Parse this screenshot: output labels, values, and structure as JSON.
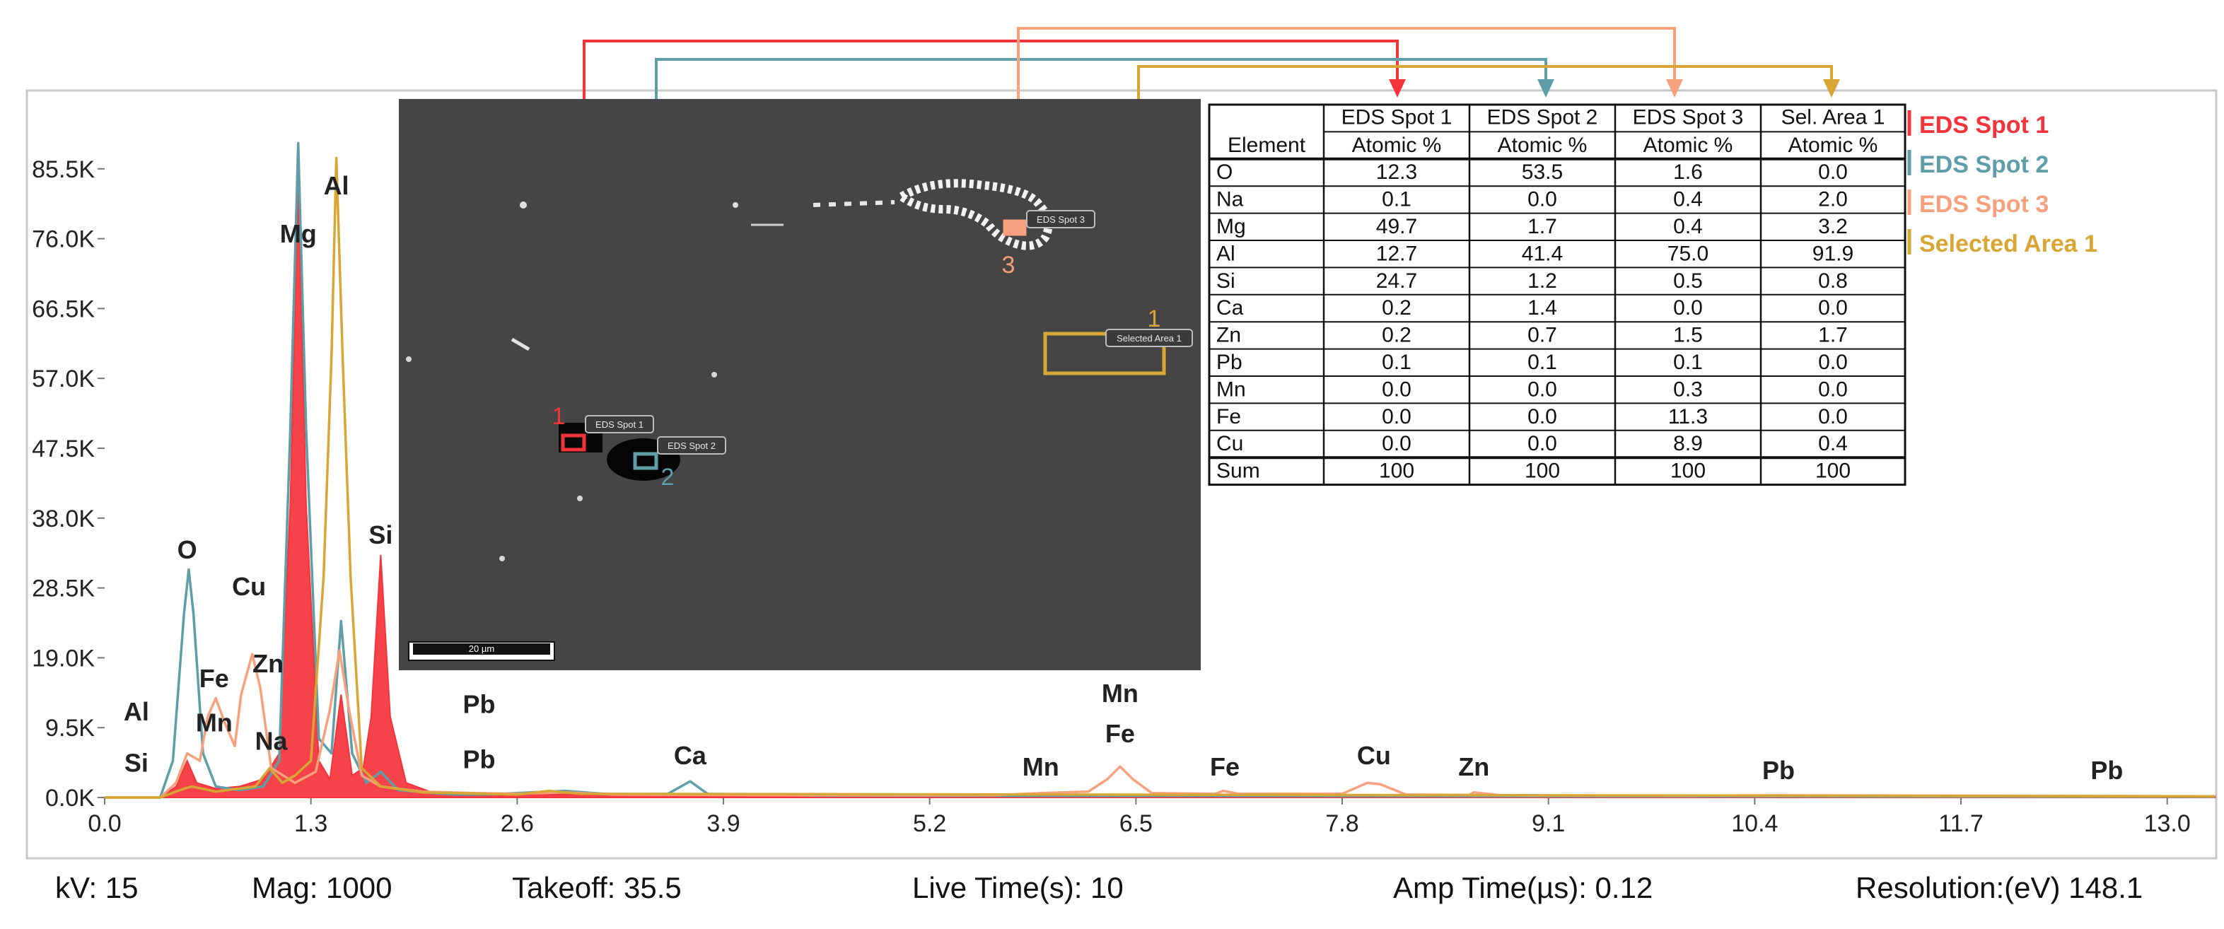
{
  "chart_data": {
    "type": "line",
    "title": "",
    "xlabel": "",
    "ylabel": "",
    "xlim": [
      0.0,
      13.3
    ],
    "ylim": [
      0,
      95000
    ],
    "x_ticks": [
      "0.0",
      "1.3",
      "2.6",
      "3.9",
      "5.2",
      "6.5",
      "7.8",
      "9.1",
      "10.4",
      "11.7",
      "13.0"
    ],
    "y_ticks": [
      "0.0K",
      "9.5K",
      "19.0K",
      "28.5K",
      "38.0K",
      "47.5K",
      "57.0K",
      "66.5K",
      "76.0K",
      "85.5K"
    ],
    "legend_position": "top-right",
    "series": [
      {
        "name": "EDS Spot 1",
        "color": "#f5333a",
        "filled": true,
        "points": [
          [
            0.0,
            0
          ],
          [
            0.35,
            0
          ],
          [
            0.45,
            1500
          ],
          [
            0.52,
            5000
          ],
          [
            0.58,
            2000
          ],
          [
            0.7,
            1200
          ],
          [
            0.85,
            1500
          ],
          [
            1.0,
            2500
          ],
          [
            1.1,
            6000
          ],
          [
            1.17,
            40000
          ],
          [
            1.22,
            84000
          ],
          [
            1.27,
            40000
          ],
          [
            1.35,
            5000
          ],
          [
            1.42,
            2500
          ],
          [
            1.49,
            14000
          ],
          [
            1.56,
            3000
          ],
          [
            1.63,
            4000
          ],
          [
            1.68,
            11000
          ],
          [
            1.74,
            33000
          ],
          [
            1.8,
            11000
          ],
          [
            1.9,
            2000
          ],
          [
            2.05,
            800
          ],
          [
            2.4,
            500
          ],
          [
            3.0,
            400
          ],
          [
            13.3,
            150
          ]
        ]
      },
      {
        "name": "EDS Spot 2",
        "color": "#5f9ea8",
        "filled": false,
        "points": [
          [
            0.0,
            0
          ],
          [
            0.35,
            0
          ],
          [
            0.43,
            5000
          ],
          [
            0.5,
            25000
          ],
          [
            0.53,
            31000
          ],
          [
            0.56,
            25000
          ],
          [
            0.62,
            6000
          ],
          [
            0.7,
            1500
          ],
          [
            0.85,
            1000
          ],
          [
            1.0,
            1500
          ],
          [
            1.1,
            5000
          ],
          [
            1.17,
            50000
          ],
          [
            1.22,
            89000
          ],
          [
            1.27,
            50000
          ],
          [
            1.35,
            8000
          ],
          [
            1.43,
            6000
          ],
          [
            1.49,
            24000
          ],
          [
            1.56,
            6000
          ],
          [
            1.65,
            2000
          ],
          [
            1.74,
            3500
          ],
          [
            1.85,
            1000
          ],
          [
            2.2,
            400
          ],
          [
            2.4,
            400
          ],
          [
            2.9,
            900
          ],
          [
            3.2,
            400
          ],
          [
            3.55,
            500
          ],
          [
            3.69,
            2200
          ],
          [
            3.8,
            500
          ],
          [
            4.5,
            250
          ],
          [
            13.3,
            100
          ]
        ]
      },
      {
        "name": "EDS Spot 3",
        "color": "#f7a07e",
        "filled": false,
        "points": [
          [
            0.0,
            0
          ],
          [
            0.35,
            0
          ],
          [
            0.45,
            2000
          ],
          [
            0.52,
            6000
          ],
          [
            0.6,
            5000
          ],
          [
            0.65,
            11000
          ],
          [
            0.7,
            13500
          ],
          [
            0.76,
            10000
          ],
          [
            0.82,
            7000
          ],
          [
            0.86,
            14000
          ],
          [
            0.93,
            19500
          ],
          [
            0.98,
            15000
          ],
          [
            1.05,
            4000
          ],
          [
            1.2,
            2000
          ],
          [
            1.33,
            3500
          ],
          [
            1.42,
            12000
          ],
          [
            1.48,
            20000
          ],
          [
            1.54,
            12000
          ],
          [
            1.62,
            3000
          ],
          [
            1.74,
            1500
          ],
          [
            2.0,
            800
          ],
          [
            2.34,
            600
          ],
          [
            2.6,
            500
          ],
          [
            2.9,
            700
          ],
          [
            3.2,
            400
          ],
          [
            4.5,
            300
          ],
          [
            5.6,
            300
          ],
          [
            5.9,
            600
          ],
          [
            6.2,
            800
          ],
          [
            6.32,
            2500
          ],
          [
            6.4,
            4200
          ],
          [
            6.48,
            2500
          ],
          [
            6.6,
            600
          ],
          [
            7.0,
            500
          ],
          [
            7.05,
            900
          ],
          [
            7.15,
            500
          ],
          [
            7.8,
            500
          ],
          [
            7.96,
            2000
          ],
          [
            8.04,
            1800
          ],
          [
            8.2,
            400
          ],
          [
            8.6,
            350
          ],
          [
            8.63,
            700
          ],
          [
            8.8,
            300
          ],
          [
            10.0,
            250
          ],
          [
            10.55,
            300
          ],
          [
            12.6,
            200
          ],
          [
            13.3,
            150
          ]
        ]
      },
      {
        "name": "Selected Area 1",
        "color": "#d8a634",
        "filled": false,
        "points": [
          [
            0.0,
            0
          ],
          [
            0.35,
            0
          ],
          [
            0.5,
            1200
          ],
          [
            0.55,
            1500
          ],
          [
            0.7,
            800
          ],
          [
            0.95,
            1500
          ],
          [
            1.04,
            4000
          ],
          [
            1.12,
            2000
          ],
          [
            1.2,
            3000
          ],
          [
            1.3,
            5000
          ],
          [
            1.38,
            30000
          ],
          [
            1.43,
            60000
          ],
          [
            1.46,
            87000
          ],
          [
            1.5,
            60000
          ],
          [
            1.55,
            30000
          ],
          [
            1.62,
            4000
          ],
          [
            1.74,
            1500
          ],
          [
            2.0,
            700
          ],
          [
            2.6,
            400
          ],
          [
            2.8,
            900
          ],
          [
            3.0,
            500
          ],
          [
            13.3,
            150
          ]
        ]
      }
    ],
    "peak_labels": [
      {
        "text": "Al",
        "x": 0.2,
        "y": 10500
      },
      {
        "text": "Si",
        "x": 0.2,
        "y": 3500
      },
      {
        "text": "O",
        "x": 0.52,
        "y": 32500
      },
      {
        "text": "Fe",
        "x": 0.69,
        "y": 15000
      },
      {
        "text": "Mn",
        "x": 0.69,
        "y": 9000
      },
      {
        "text": "Cu",
        "x": 0.91,
        "y": 27500
      },
      {
        "text": "Zn",
        "x": 1.03,
        "y": 17000
      },
      {
        "text": "Na",
        "x": 1.05,
        "y": 6500
      },
      {
        "text": "Mg",
        "x": 1.22,
        "y": 75500
      },
      {
        "text": "Al",
        "x": 1.46,
        "y": 82000
      },
      {
        "text": "Si",
        "x": 1.74,
        "y": 34500
      },
      {
        "text": "Pb",
        "x": 2.36,
        "y": 11500
      },
      {
        "text": "Pb",
        "x": 2.36,
        "y": 4000
      },
      {
        "text": "Ca",
        "x": 3.69,
        "y": 4500
      },
      {
        "text": "Mn",
        "x": 6.4,
        "y": 13000
      },
      {
        "text": "Fe",
        "x": 6.4,
        "y": 7500
      },
      {
        "text": "Mn",
        "x": 5.9,
        "y": 3000
      },
      {
        "text": "Fe",
        "x": 7.06,
        "y": 3000
      },
      {
        "text": "Cu",
        "x": 8.0,
        "y": 4500
      },
      {
        "text": "Zn",
        "x": 8.63,
        "y": 3000
      },
      {
        "text": "Pb",
        "x": 10.55,
        "y": 2500
      },
      {
        "text": "Pb",
        "x": 12.62,
        "y": 2500
      }
    ],
    "inset_image": {
      "kind": "SEM micrograph",
      "scale_bar_label": "20 µm",
      "markers": [
        {
          "label": "EDS Spot 1",
          "number": "1",
          "color": "#f5333a"
        },
        {
          "label": "EDS Spot 2",
          "number": "2",
          "color": "#5f9ea8"
        },
        {
          "label": "EDS Spot 3",
          "number": "3",
          "color": "#f7a07e"
        },
        {
          "label": "Selected Area 1",
          "number": "1",
          "color": "#d8a634"
        }
      ]
    },
    "table": {
      "type": "table",
      "header_top": [
        "EDS Spot 1",
        "EDS Spot 2",
        "EDS Spot 3",
        "Sel. Area 1"
      ],
      "header_sub": [
        "Element",
        "Atomic %",
        "Atomic %",
        "Atomic %",
        "Atomic %"
      ],
      "rows": [
        [
          "O",
          "12.3",
          "53.5",
          "1.6",
          "0.0"
        ],
        [
          "Na",
          "0.1",
          "0.0",
          "0.4",
          "2.0"
        ],
        [
          "Mg",
          "49.7",
          "1.7",
          "0.4",
          "3.2"
        ],
        [
          "Al",
          "12.7",
          "41.4",
          "75.0",
          "91.9"
        ],
        [
          "Si",
          "24.7",
          "1.2",
          "0.5",
          "0.8"
        ],
        [
          "Ca",
          "0.2",
          "1.4",
          "0.0",
          "0.0"
        ],
        [
          "Zn",
          "0.2",
          "0.7",
          "1.5",
          "1.7"
        ],
        [
          "Pb",
          "0.1",
          "0.1",
          "0.1",
          "0.0"
        ],
        [
          "Mn",
          "0.0",
          "0.0",
          "0.3",
          "0.0"
        ],
        [
          "Fe",
          "0.0",
          "0.0",
          "11.3",
          "0.0"
        ],
        [
          "Cu",
          "0.0",
          "0.0",
          "8.9",
          "0.4"
        ],
        [
          "Sum",
          "100",
          "100",
          "100",
          "100"
        ]
      ]
    }
  },
  "legend": [
    {
      "label": "EDS Spot 1",
      "color": "#f5333a"
    },
    {
      "label": "EDS Spot 2",
      "color": "#5f9ea8"
    },
    {
      "label": "EDS Spot 3",
      "color": "#f7a07e"
    },
    {
      "label": "Selected Area 1",
      "color": "#d8a634"
    }
  ],
  "status_bar": {
    "kv": "kV: 15",
    "mag": "Mag: 1000",
    "takeoff": "Takeoff: 35.5",
    "live_time": "Live Time(s): 10",
    "amp_time": "Amp Time(µs): 0.12",
    "resolution": "Resolution:(eV) 148.1"
  }
}
